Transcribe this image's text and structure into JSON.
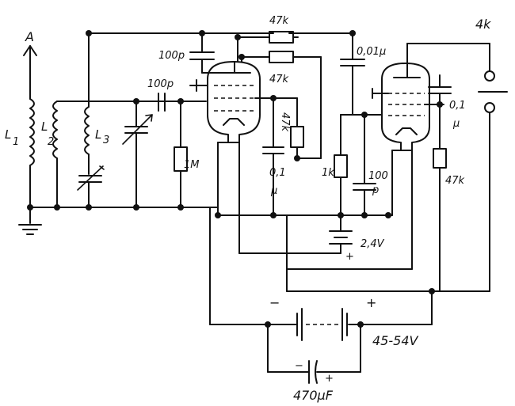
{
  "labels": {
    "antenna": "A",
    "l1": "L",
    "l1_sub": "1",
    "l2": "L",
    "l2_sub": "2",
    "l3": "L",
    "l3_sub": "3",
    "c_100p_top": "100p",
    "c_100p_grid": "100p",
    "r_1m": "1M",
    "r_47k_top": "47k",
    "r_47k_mid": "47k",
    "r_47k_vert": "47k",
    "c_01_left": "0,1",
    "c_01_left_unit": "μ",
    "c_001": "0,01μ",
    "r_1k": "1k",
    "c_100p_right": "100",
    "c_100p_right_unit": "p",
    "battery_low": "2,4V",
    "battery_low_plus": "+",
    "c_01_right": "0,1",
    "c_01_right_unit": "μ",
    "r_47k_right": "47k",
    "headphone": "4k",
    "battery_high": "45-54V",
    "battery_high_minus": "−",
    "battery_high_plus": "+",
    "cap_470": "470μF",
    "cap_470_minus": "−",
    "cap_470_plus": "+"
  }
}
